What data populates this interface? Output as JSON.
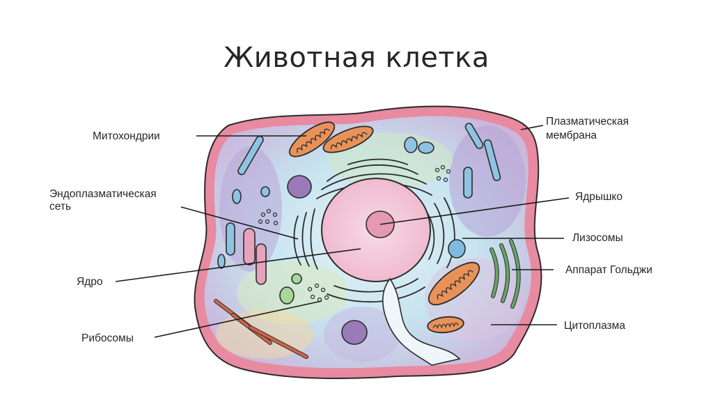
{
  "title": "Животная клетка",
  "labels": {
    "mitochondria": "Митохондрии",
    "er_line1": "Эндоплазматическая",
    "er_line2": "сеть",
    "nucleus": "Ядро",
    "ribosomes": "Рибосомы",
    "membrane_line1": "Плазматическая",
    "membrane_line2": "мембрана",
    "nucleolus": "Ядрышко",
    "lysosomes": "Лизосомы",
    "golgi": "Аппарат Гольджи",
    "cytoplasm": "Цитоплазма"
  },
  "colors": {
    "membrane": "#d0607a",
    "cytoplasm_blue": "#c7e4f0",
    "cytoplasm_purple": "#cdb4dc",
    "cytoplasm_green": "#d4e8c4",
    "nucleus": "#f3c6d8",
    "nucleolus": "#e49ab3",
    "mitochondria": "#e8925a",
    "lysosome": "#7fbbe0",
    "vacuole": "#9b7ab8",
    "golgi": "#6aa36a",
    "outline": "#2a2a2a"
  }
}
